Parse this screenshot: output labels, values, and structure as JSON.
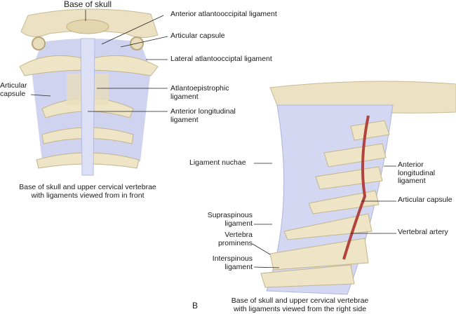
{
  "front_view": {
    "labels": {
      "base_of_skull": "Base of skull",
      "anterior_atlantooccipital": "Anterior atlantooccipital ligament",
      "articular_capsule_right": "Articular capsule",
      "lateral_atlantooccipital": "Lateral atlantoocciptal ligament",
      "articular_capsule_left_1": "Articular",
      "articular_capsule_left_2": "capsule",
      "atlantoepistrophic_1": "Atlantoepistrophic",
      "atlantoepistrophic_2": "ligament",
      "anterior_longitudinal_1": "Anterior longitudinal",
      "anterior_longitudinal_2": "ligament"
    },
    "caption": [
      "Base of skull and upper cervical vertebrae",
      "with ligaments viewed from in front"
    ]
  },
  "side_view": {
    "panel_letter": "B",
    "labels": {
      "ligament_nuchae": "Ligament nuchae",
      "anterior_longitudinal": [
        "Anterior",
        "longitudinal",
        "ligament"
      ],
      "articular_capsule": "Articular capsule",
      "vertebral_artery": "Vertebral artery",
      "supraspinous": [
        "Supraspinous",
        "ligament"
      ],
      "vertebra_prominens": [
        "Vertebra",
        "prominens"
      ],
      "interspinous": [
        "Interspinous",
        "ligament"
      ]
    },
    "caption": [
      "Base of skull and upper cervical vertebrae",
      "with ligaments viewed from the right side"
    ]
  },
  "colors": {
    "bone": "#ede3c4",
    "bone_shadow": "#cdbf95",
    "ligament": "#c9cdec",
    "artery": "#b2443f"
  }
}
